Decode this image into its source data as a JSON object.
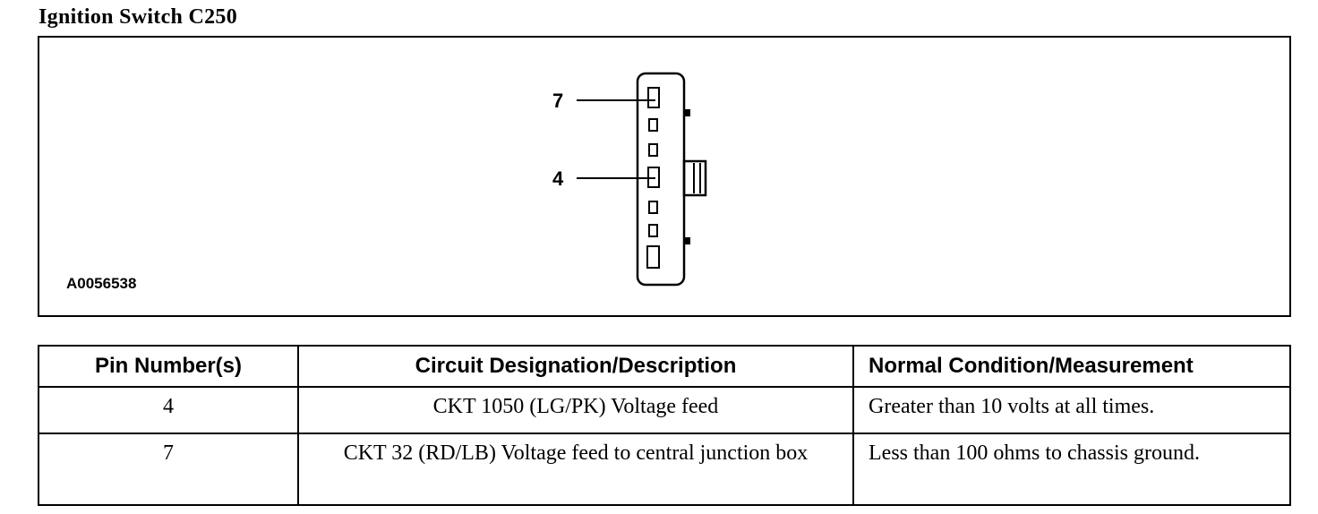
{
  "title": "Ignition Switch C250",
  "figure": {
    "id": "A0056538",
    "pins": [
      {
        "label": "7"
      },
      {
        "label": "4"
      }
    ]
  },
  "table": {
    "headers": [
      "Pin Number(s)",
      "Circuit Designation/Description",
      "Normal Condition/Measurement"
    ],
    "rows": [
      {
        "pin": "4",
        "circuit": "CKT 1050 (LG/PK) Voltage feed",
        "normal": "Greater than 10 volts at all times."
      },
      {
        "pin": "7",
        "circuit": "CKT 32 (RD/LB) Voltage feed to central junction box",
        "normal": "Less than 100 ohms to chassis ground."
      }
    ]
  }
}
